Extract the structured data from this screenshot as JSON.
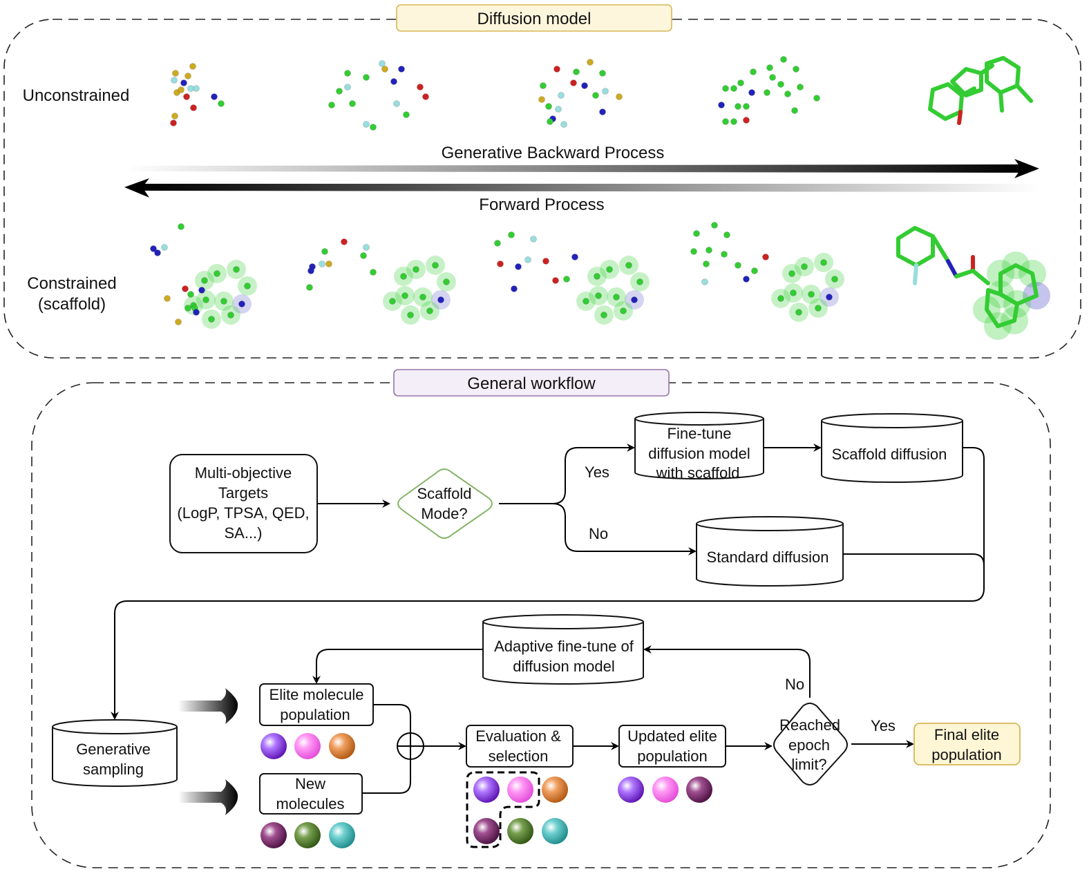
{
  "top_panel": {
    "title": "Diffusion model",
    "row_unconstrained": "Unconstrained",
    "row_constrained_1": "Constrained",
    "row_constrained_2": "(scaffold)",
    "backward_label": "Generative Backward Process",
    "forward_label": "Forward Process"
  },
  "bottom_panel": {
    "title": "General workflow",
    "targets": [
      "Multi-objective",
      "Targets",
      "(LogP, TPSA, QED,",
      "SA...)"
    ],
    "decision_scaffold": [
      "Scaffold",
      "Mode?"
    ],
    "yes_label": "Yes",
    "no_label": "No",
    "finetune": [
      "Fine-tune",
      "diffusion model",
      "with scaffold"
    ],
    "scaffold_diffusion": "Scaffold diffusion",
    "standard_diffusion": "Standard diffusion",
    "adaptive": [
      "Adaptive fine-tune of",
      "diffusion model"
    ],
    "generative_sampling": [
      "Generative",
      "sampling"
    ],
    "elite_population": [
      "Elite molecule",
      "population"
    ],
    "new_molecules": [
      "New",
      "molecules"
    ],
    "evaluation": [
      "Evaluation &",
      "selection"
    ],
    "updated_elite": [
      "Updated elite",
      "population"
    ],
    "decision_epoch": [
      "Reached",
      "epoch",
      "limit?"
    ],
    "no_label_2": "No",
    "yes_label_2": "Yes",
    "final_elite": [
      "Final elite",
      "population"
    ]
  },
  "colors": {
    "title_box_top_fill": "#fdf6dc",
    "title_box_top_stroke": "#d6b656",
    "title_box_bottom_fill": "#f4eef8",
    "title_box_bottom_stroke": "#9673a6",
    "decision_stroke": "#82b366",
    "final_fill": "#fff6d6",
    "final_stroke": "#d6b656",
    "atom_green": "#33cc33",
    "atom_blue": "#2222bb",
    "atom_red": "#cc2222",
    "atom_gold": "#ccaa22",
    "atom_cyan": "#99dddd",
    "ball_purple": "#8833dd",
    "ball_pink": "#ff66ee",
    "ball_orange": "#dd7722",
    "ball_plum": "#772266",
    "ball_olive": "#447722",
    "ball_teal": "#33aaaa"
  }
}
